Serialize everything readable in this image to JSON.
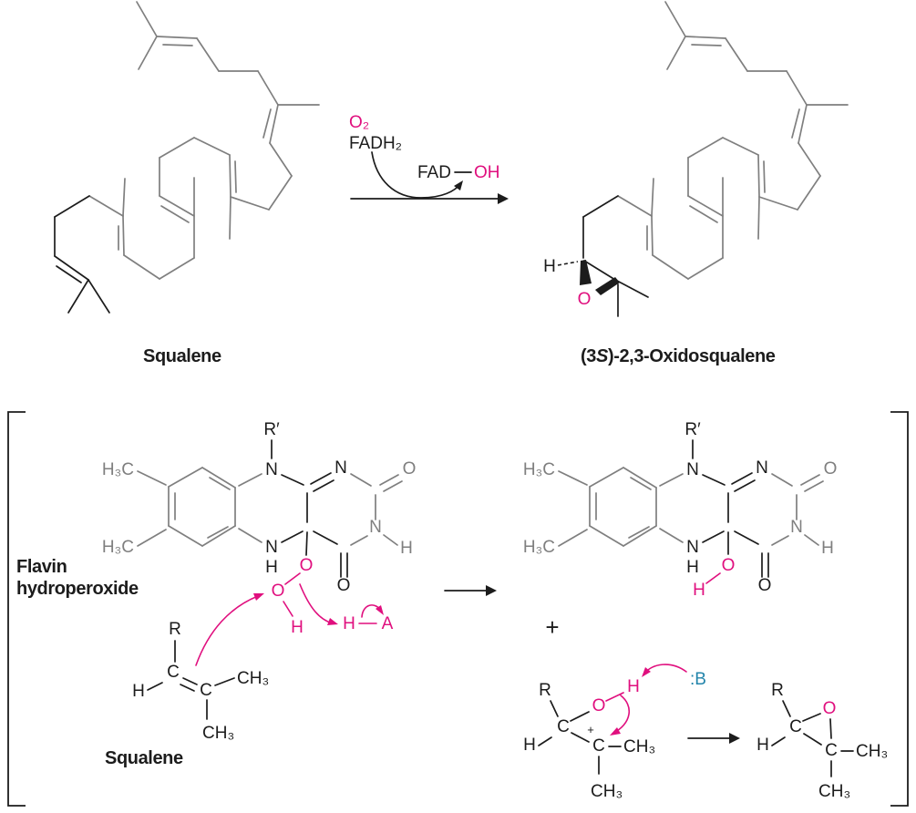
{
  "colors": {
    "black": "#1c1c1c",
    "gray": "#7f7f7f",
    "pink": "#e00f7e",
    "teal": "#2385ab",
    "bg": "#ffffff"
  },
  "top_reaction": {
    "substrate_label": "Squalene",
    "product_label_prefix": "(3",
    "product_label_stereo": "S",
    "product_label_suffix": ")-2,3-Oxidosqualene",
    "oxidant": "O₂",
    "cofactor": "FADH₂",
    "cofactor_product": "FAD",
    "cofactor_product_group": "OH"
  },
  "mechanism": {
    "flavin_label_line1": "Flavin",
    "flavin_label_line2": "hydroperoxide",
    "substrate_label": "Squalene",
    "plus_sign": "+",
    "general_acid_h": "H",
    "general_acid_a": "A",
    "general_base": ":B"
  },
  "atom_labels": {
    "carbon": "C",
    "hydrogen": "H",
    "nitrogen": "N",
    "oxygen": "O",
    "r_group": "R",
    "r_prime_group": "R′",
    "methyl": "CH₃",
    "methyl_left": "H₃C",
    "positive_charge": "+"
  }
}
